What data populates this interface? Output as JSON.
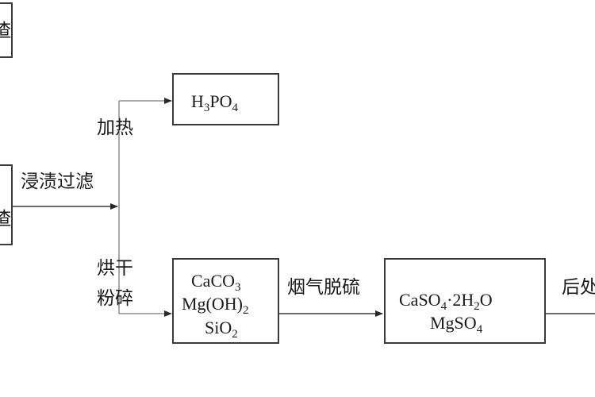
{
  "box_top_left": {
    "text": "渣"
  },
  "box_mid_left": {
    "text": "渣"
  },
  "box_h3po4": {
    "parts": [
      "H",
      "3",
      "PO",
      "4"
    ]
  },
  "box_minerals": {
    "line1": [
      "CaCO",
      "3"
    ],
    "line2": [
      "Mg(OH)",
      "2"
    ],
    "line3": [
      "SiO",
      "2"
    ]
  },
  "box_sulfates": {
    "line1": [
      "CaSO",
      "4",
      "·2H",
      "2",
      "O"
    ],
    "line2": [
      "MgSO",
      "4"
    ]
  },
  "labels": {
    "leach_filter": "浸渍过滤",
    "heating": "加热",
    "drying": "烘干",
    "grinding": "粉碎",
    "flue_gas_desulfurization": "烟气脱硫",
    "post_treatment": "后处"
  }
}
